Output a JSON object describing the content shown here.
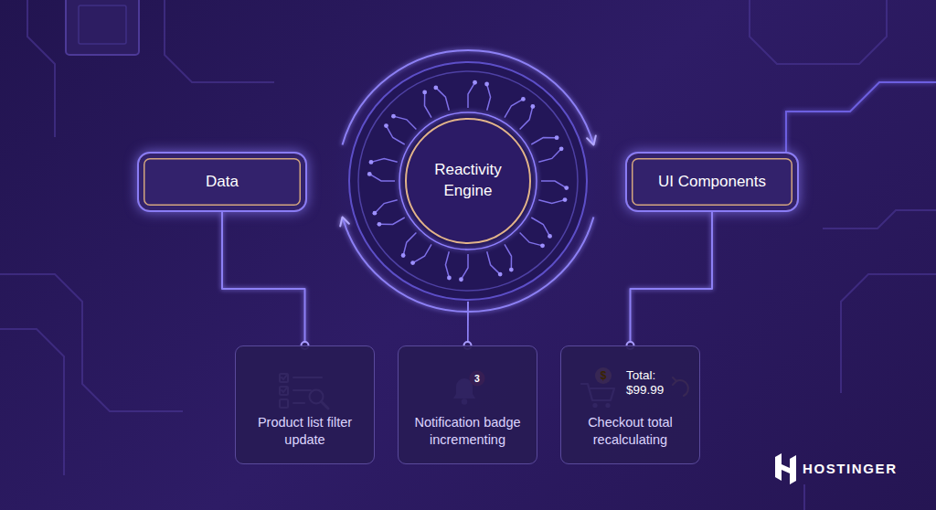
{
  "diagram": {
    "nodes": [
      {
        "text": [
          "Data"
        ]
      },
      {
        "text": [
          "Reactivity Engine"
        ]
      },
      {
        "text": [
          "UI Components"
        ]
      },
      {
        "text": [
          "Product list filter update"
        ]
      },
      {
        "text": [
          "Notification badge incrementing"
        ]
      },
      {
        "text": [
          "Checkout total recalculating"
        ]
      }
    ],
    "edges": [
      {
        "from": 0,
        "to": 1,
        "arrow": "to"
      },
      {
        "from": 1,
        "to": 2,
        "arrow": "to"
      },
      {
        "from": 0,
        "to": 3,
        "arrow": "none"
      },
      {
        "from": 1,
        "to": 4,
        "arrow": "none"
      },
      {
        "from": 2,
        "to": 5,
        "arrow": "none"
      }
    ],
    "labels": [
      "3",
      "$",
      "Total: $99.99",
      "HOSTINGER"
    ]
  }
}
